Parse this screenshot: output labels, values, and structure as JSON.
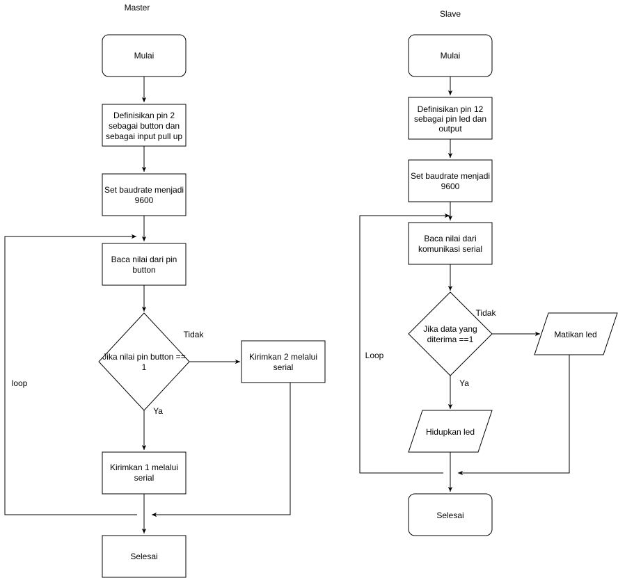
{
  "master": {
    "title": "Master",
    "start": "Mulai",
    "define": [
      "Definisikan pin 2",
      "sebagai button dan",
      "sebagai input pull up"
    ],
    "baud": [
      "Set baudrate menjadi",
      "9600"
    ],
    "read": [
      "Baca nilai dari pin",
      "button"
    ],
    "decision": [
      "Jika nilai pin button ==",
      "1"
    ],
    "no_label": "Tidak",
    "yes_label": "Ya",
    "send2": [
      "Kirimkan 2 melalui",
      "serial"
    ],
    "send1": [
      "Kirimkan 1 melalui",
      "serial"
    ],
    "loop_label": "loop",
    "end": "Selesai"
  },
  "slave": {
    "title": "Slave",
    "start": "Mulai",
    "define": [
      "Definisikan pin 12",
      "sebagai pin led dan",
      "output"
    ],
    "baud": [
      "Set baudrate menjadi",
      "9600"
    ],
    "read": [
      "Baca nilai dari",
      "komunikasi serial"
    ],
    "decision": [
      "Jika data yang",
      "diterima ==1"
    ],
    "no_label": "Tidak",
    "yes_label": "Ya",
    "off": "Matikan led",
    "on": "Hidupkan led",
    "loop_label": "Loop",
    "end": "Selesai"
  }
}
